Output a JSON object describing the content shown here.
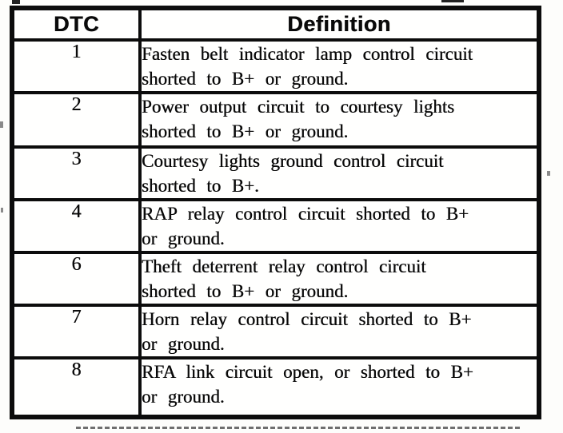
{
  "document": {
    "kind": "scanned diagnostic trouble code table",
    "colors": {
      "ink": "#0a0a0a",
      "paper": "#fdfdfb"
    },
    "table": {
      "headers": {
        "dtc": "DTC",
        "definition": "Definition"
      },
      "rows": [
        {
          "dtc": "1",
          "definition": "Fasten belt indicator lamp control circuit shorted to B+ or ground.",
          "lines": [
            "Fasten belt indicator lamp control circuit",
            "shorted to B+ or ground."
          ]
        },
        {
          "dtc": "2",
          "definition": "Power output circuit to courtesy lights shorted to B+ or ground.",
          "lines": [
            "Power output circuit to courtesy lights",
            "shorted to B+ or ground."
          ]
        },
        {
          "dtc": "3",
          "definition": "Courtesy lights ground control circuit shorted to B+.",
          "lines": [
            "Courtesy lights ground control circuit",
            "shorted to B+."
          ]
        },
        {
          "dtc": "4",
          "definition": "RAP relay control circuit shorted to B+ or ground.",
          "lines": [
            "RAP relay control circuit shorted to B+",
            "or ground."
          ]
        },
        {
          "dtc": "6",
          "definition": "Theft deterrent relay control circuit shorted to B+ or ground.",
          "lines": [
            "Theft deterrent relay control circuit",
            "shorted to B+ or ground."
          ]
        },
        {
          "dtc": "7",
          "definition": "Horn relay control circuit shorted to B+ or ground.",
          "lines": [
            "Horn relay control circuit shorted to B+",
            "or ground."
          ]
        },
        {
          "dtc": "8",
          "definition": "RFA link circuit open, or shorted to B+ or ground.",
          "lines": [
            "RFA link circuit open, or shorted to B+",
            "or ground."
          ]
        }
      ]
    }
  }
}
